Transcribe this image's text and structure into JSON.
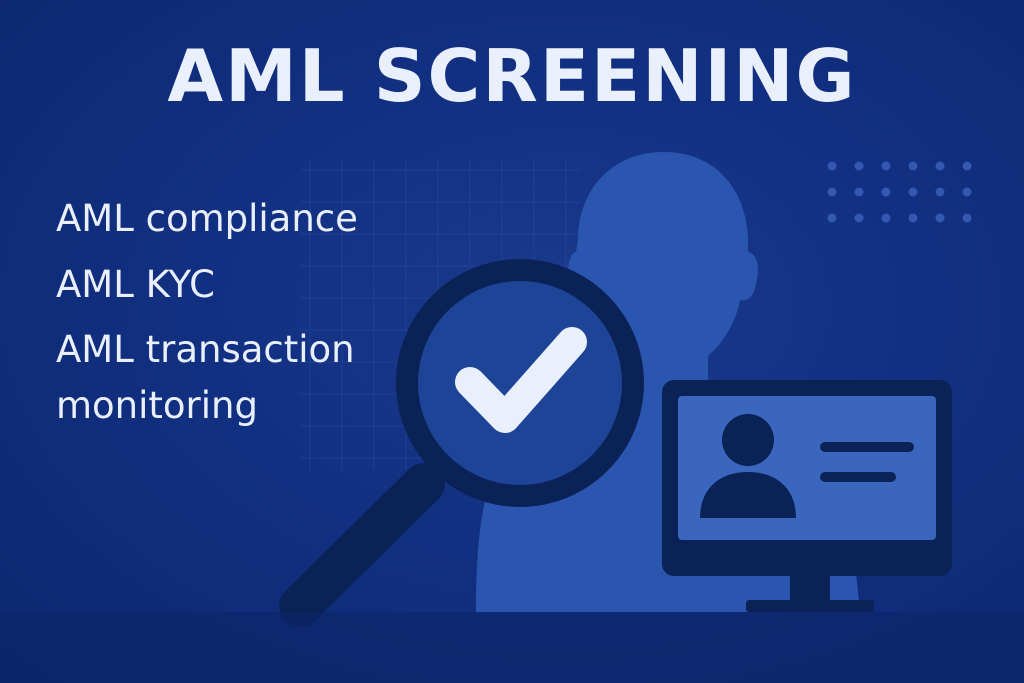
{
  "poster": {
    "title": "AML SCREENING",
    "topics": [
      "AML compliance",
      "AML KYC",
      "AML transaction monitoring"
    ]
  },
  "colors": {
    "background": "#123082",
    "background_edge": "#0d2770",
    "silhouette": "#2a56b0",
    "magnifier_ring": "#0b2257",
    "lens": "#1d4497",
    "check": "#e9f0fb",
    "monitor_frame": "#0b2257",
    "monitor_screen": "#3a66bd",
    "text": "#e9f0fb"
  },
  "icons": {
    "person": "person-silhouette-icon",
    "magnifier": "magnifying-glass-icon",
    "check": "checkmark-icon",
    "monitor": "monitor-profile-icon",
    "grid": "grid-pattern",
    "dots": "dot-pattern"
  }
}
